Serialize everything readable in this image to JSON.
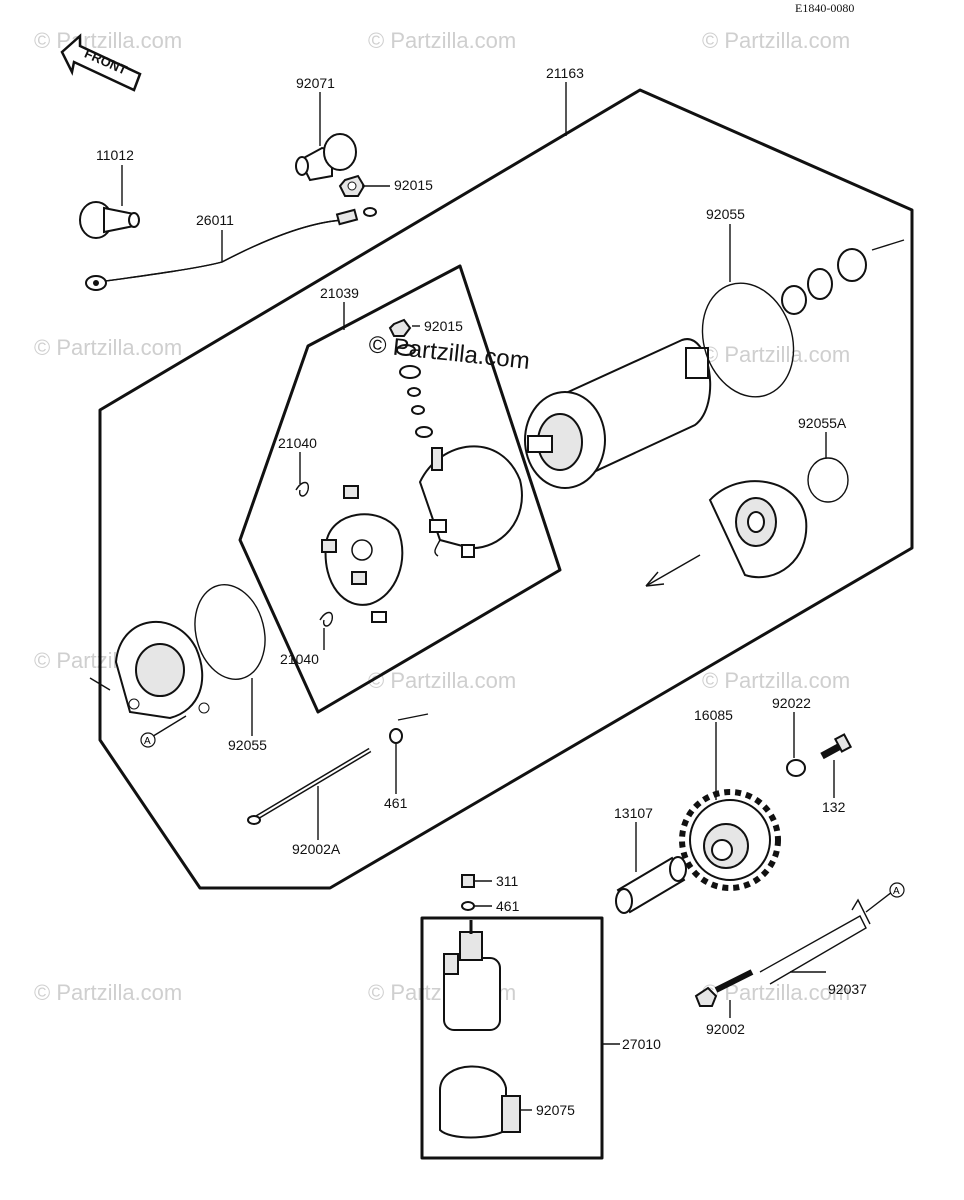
{
  "diagram": {
    "code": "E1840-0080",
    "front_label": "FRONT",
    "watermark": "© Partzilla.com",
    "center_watermark": "© Partzilla.com",
    "circle_marker": "A"
  },
  "parts": {
    "p21163": "21163",
    "p92071": "92071",
    "p11012": "11012",
    "p92015_top": "92015",
    "p26011": "26011",
    "p21039": "21039",
    "p92015_mid": "92015",
    "p92055_top": "92055",
    "p92055A": "92055A",
    "p21040_top": "21040",
    "p21040_bot": "21040",
    "p92055_bot": "92055",
    "p461_mid": "461",
    "p92002A": "92002A",
    "p16085": "16085",
    "p92022": "92022",
    "p132": "132",
    "p13107": "13107",
    "p311": "311",
    "p461_low": "461",
    "p27010": "27010",
    "p92075": "92075",
    "p92037": "92037",
    "p92002": "92002"
  }
}
